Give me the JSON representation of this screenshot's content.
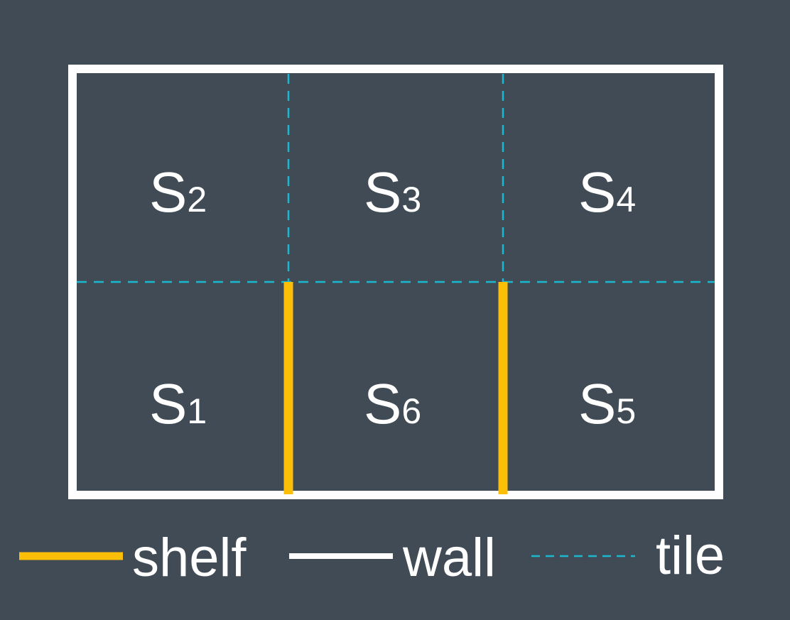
{
  "colors": {
    "background": "#414b55",
    "wall": "#ffffff",
    "shelf": "#fbbf07",
    "tile": "#1ab8cf",
    "text": "#ffffff"
  },
  "cells": [
    {
      "id": "s2",
      "letter": "S",
      "sub": "2"
    },
    {
      "id": "s3",
      "letter": "S",
      "sub": "3"
    },
    {
      "id": "s4",
      "letter": "S",
      "sub": "4"
    },
    {
      "id": "s1",
      "letter": "S",
      "sub": "1"
    },
    {
      "id": "s6",
      "letter": "S",
      "sub": "6"
    },
    {
      "id": "s5",
      "letter": "S",
      "sub": "5"
    }
  ],
  "legend": {
    "shelf_label": "shelf",
    "wall_label": "wall",
    "tile_label": "tile"
  }
}
